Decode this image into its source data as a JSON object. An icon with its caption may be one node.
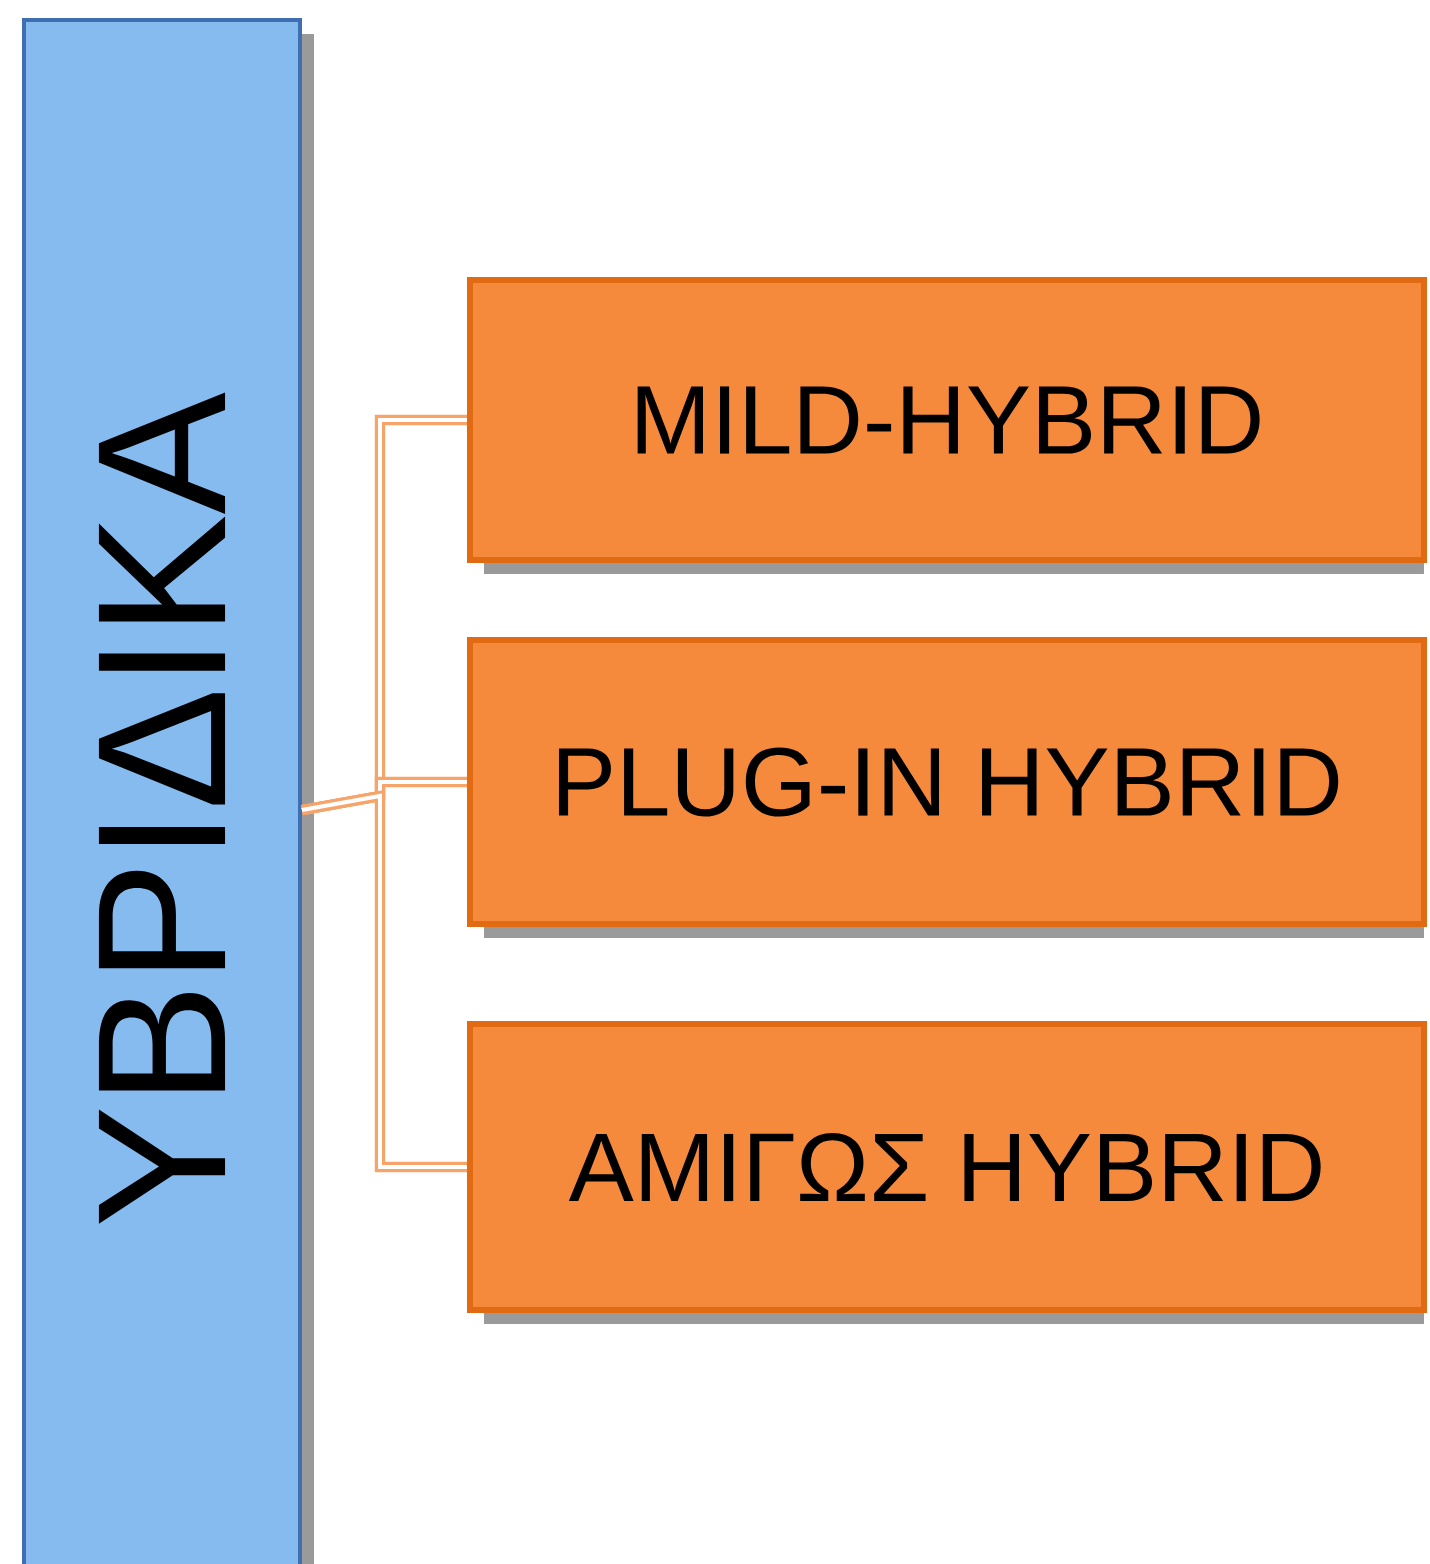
{
  "diagram": {
    "nodes": [
      {
        "text": [
          "ΥΒΡΙΔΙΚΑ"
        ]
      },
      {
        "text": [
          "MILD-HYBRID"
        ]
      },
      {
        "text": [
          "PLUG-IN HYBRID"
        ]
      },
      {
        "text": [
          "ΑΜΙΓΩΣ HYBRID"
        ]
      }
    ],
    "edges": [
      {
        "from": 0,
        "to": 1,
        "arrow": "none"
      },
      {
        "from": 0,
        "to": 2,
        "arrow": "none"
      },
      {
        "from": 0,
        "to": 3,
        "arrow": "none"
      }
    ]
  }
}
